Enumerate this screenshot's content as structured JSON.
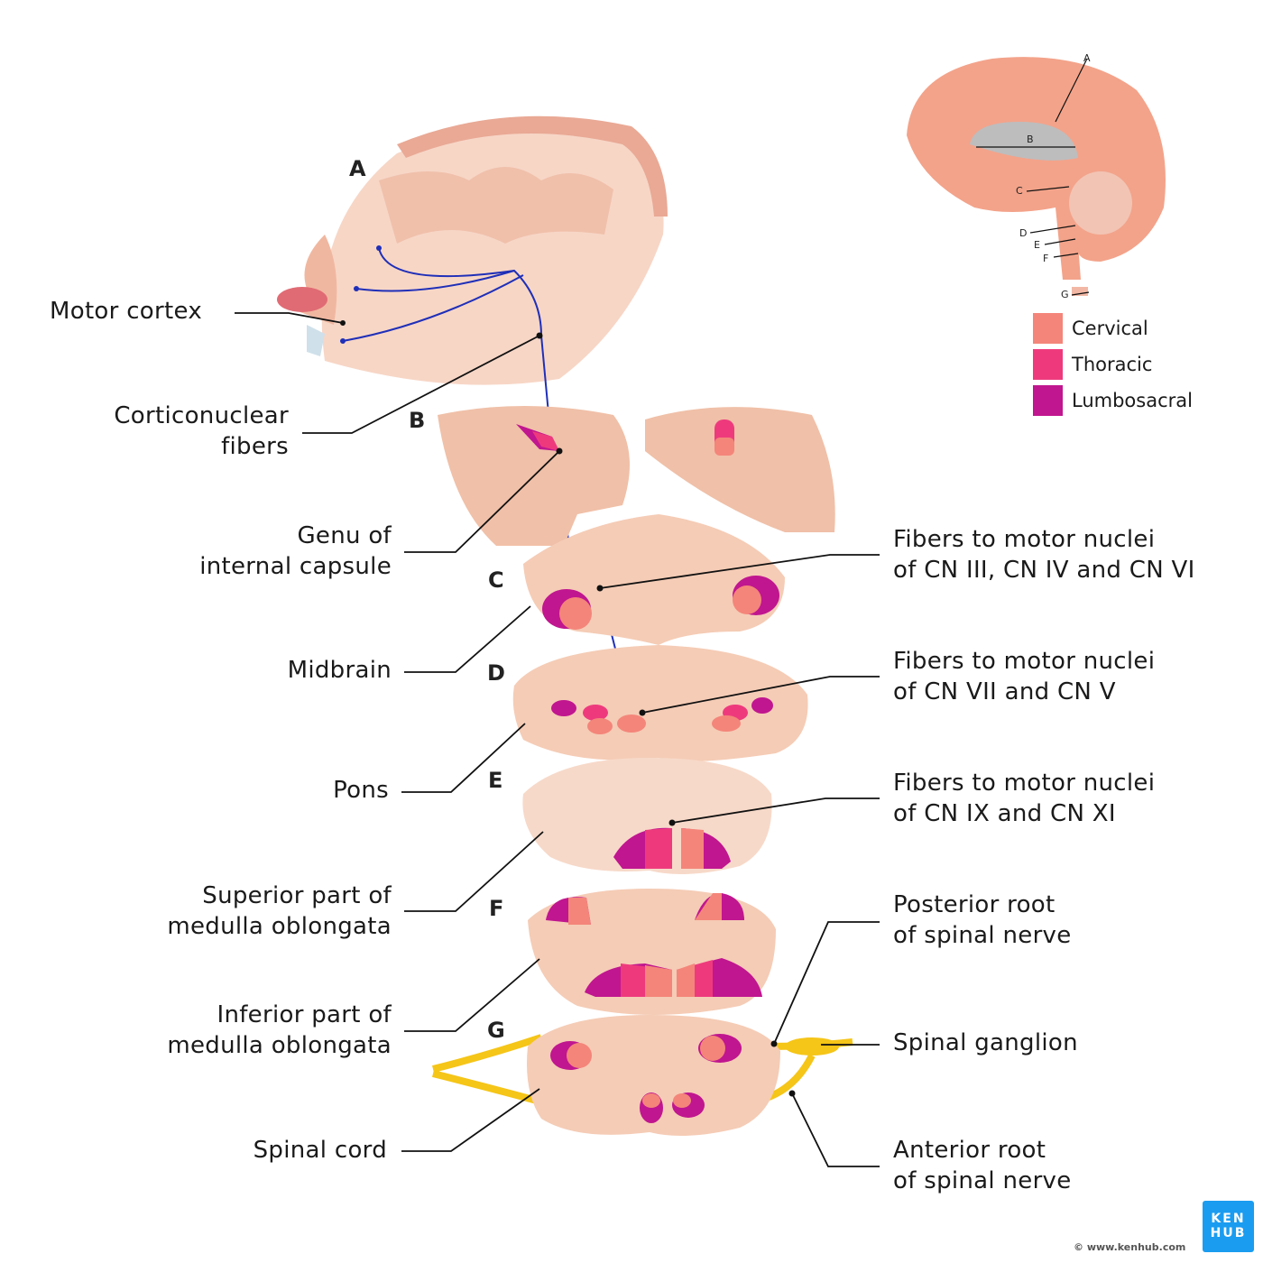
{
  "labels_left": {
    "motor_cortex": "Motor cortex",
    "corticonuclear": "Corticonuclear\nfibers",
    "genu": "Genu of\ninternal capsule",
    "midbrain": "Midbrain",
    "pons": "Pons",
    "superior_medulla": "Superior part of\nmedulla oblongata",
    "inferior_medulla": "Inferior part of\nmedulla oblongata",
    "spinal_cord": "Spinal cord"
  },
  "labels_right": {
    "cn_3_4_6": "Fibers to motor nuclei\nof CN III, CN IV and CN VI",
    "cn_7_5": "Fibers to motor nuclei\nof CN VII and CN V",
    "cn_9_11": "Fibers to motor nuclei\nof CN IX and CN XI",
    "posterior_root": "Posterior root\nof spinal nerve",
    "spinal_ganglion": "Spinal ganglion",
    "anterior_root": "Anterior root\nof spinal nerve"
  },
  "section_letters": [
    "A",
    "B",
    "C",
    "D",
    "E",
    "F",
    "G"
  ],
  "legend": [
    {
      "label": "Cervical",
      "color": "#f4857a"
    },
    {
      "label": "Thoracic",
      "color": "#ee3a7d"
    },
    {
      "label": "Lumbosacral",
      "color": "#c0168f"
    }
  ],
  "colors": {
    "tissue": "#f5c9b3",
    "tissue_dark": "#e8a88d",
    "fiber": "#1f2fb8",
    "nerve": "#f5c518"
  },
  "logo": {
    "line1": "KEN",
    "line2": "HUB"
  },
  "copyright": "© www.kenhub.com"
}
